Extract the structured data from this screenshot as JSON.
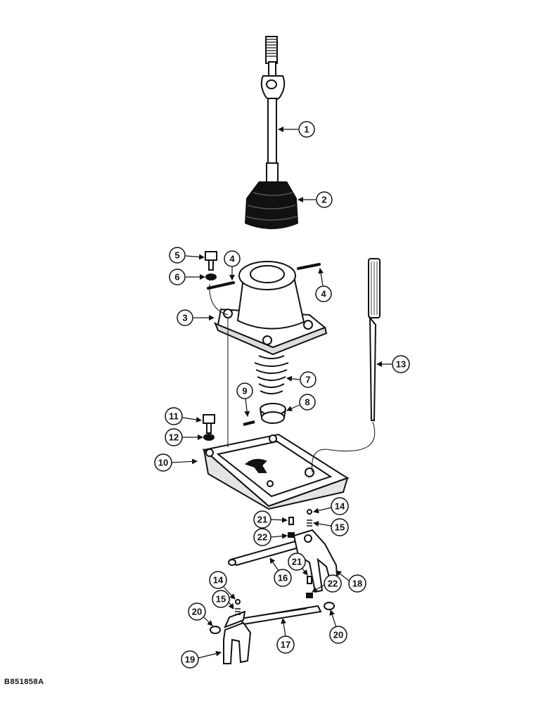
{
  "figure_code": "B851858A",
  "callouts": [
    "1",
    "2",
    "3",
    "4",
    "4",
    "5",
    "6",
    "7",
    "8",
    "9",
    "10",
    "11",
    "12",
    "13",
    "14",
    "14",
    "15",
    "15",
    "16",
    "17",
    "18",
    "19",
    "20",
    "20",
    "21",
    "21",
    "22",
    "22"
  ]
}
